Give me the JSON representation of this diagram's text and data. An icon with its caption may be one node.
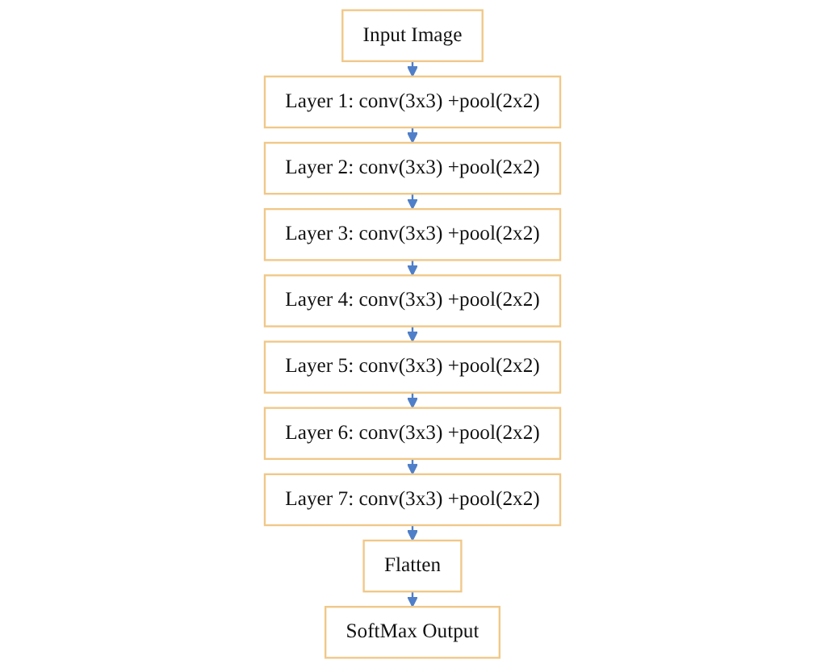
{
  "diagram": {
    "nodes": [
      {
        "text": [
          "Input Image"
        ]
      },
      {
        "text": [
          "Layer 1: conv(3x3) +pool(2x2)"
        ]
      },
      {
        "text": [
          "Layer 2: conv(3x3) +pool(2x2)"
        ]
      },
      {
        "text": [
          "Layer 3: conv(3x3) +pool(2x2)"
        ]
      },
      {
        "text": [
          "Layer 4: conv(3x3) +pool(2x2)"
        ]
      },
      {
        "text": [
          "Layer 5: conv(3x3) +pool(2x2)"
        ]
      },
      {
        "text": [
          "Layer 6: conv(3x3) +pool(2x2)"
        ]
      },
      {
        "text": [
          "Layer 7: conv(3x3) +pool(2x2)"
        ]
      },
      {
        "text": [
          "Flatten"
        ]
      },
      {
        "text": [
          "SoftMax Output"
        ]
      }
    ],
    "edges": [
      {
        "from": 0,
        "to": 1,
        "arrow": "to"
      },
      {
        "from": 1,
        "to": 2,
        "arrow": "to"
      },
      {
        "from": 2,
        "to": 3,
        "arrow": "to"
      },
      {
        "from": 3,
        "to": 4,
        "arrow": "to"
      },
      {
        "from": 4,
        "to": 5,
        "arrow": "to"
      },
      {
        "from": 5,
        "to": 6,
        "arrow": "to"
      },
      {
        "from": 6,
        "to": 7,
        "arrow": "to"
      },
      {
        "from": 7,
        "to": 8,
        "arrow": "to"
      },
      {
        "from": 8,
        "to": 9,
        "arrow": "to"
      }
    ]
  }
}
